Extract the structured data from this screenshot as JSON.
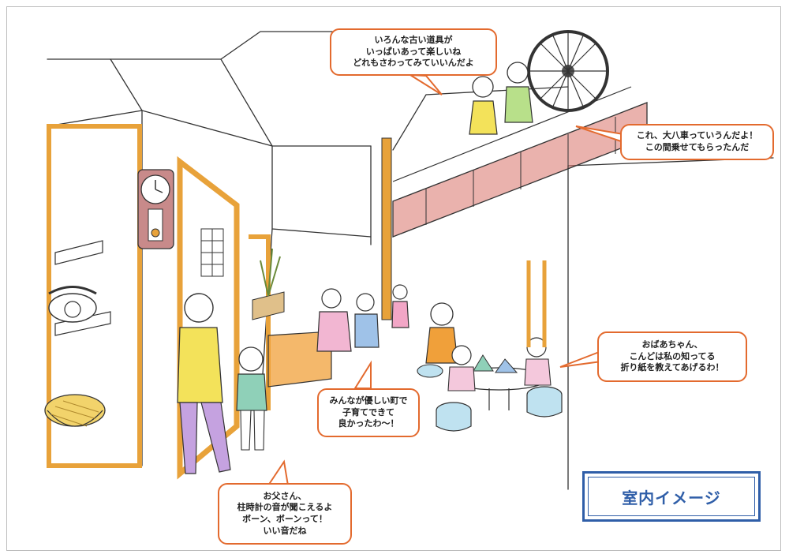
{
  "bubbles": {
    "tools": [
      "いろんな古い道具が",
      "いっぱいあって楽しいね",
      "どれもさわってみていいんだよ"
    ],
    "cart": [
      "これ、大八車っていうんだよ！",
      "この間乗せてもらったんだ"
    ],
    "origami": [
      "おばあちゃん、",
      "こんどは私の知ってる",
      "折り紙を教えてあげるわ！"
    ],
    "town": [
      "みんなが優しい町で",
      "子育てできて",
      "良かったわ～！"
    ],
    "clock": [
      "お父さん、",
      "柱時計の音が聞こえるよ",
      "ボーン、ボーンって！",
      "いい音だね"
    ]
  },
  "title": "室内イメージ",
  "colors": {
    "bubble_border": "#e36a2e",
    "title_blue": "#2f5ea8",
    "wood": "#e8a23a",
    "railing_red": "#d9736a"
  }
}
